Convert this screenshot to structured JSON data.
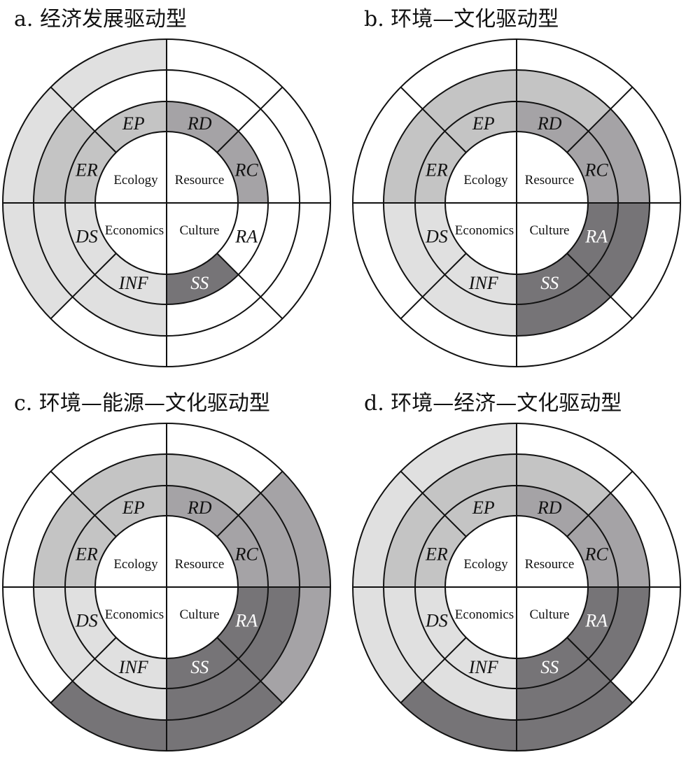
{
  "colors": {
    "white": "#ffffff",
    "light": "#e0e0e0",
    "mid": "#c4c4c4",
    "dark": "#a5a3a6",
    "darkest": "#767477",
    "line": "#111111",
    "text": "#111111",
    "text_on_dark": "#ffffff"
  },
  "core_labels": [
    "Ecology",
    "Resource",
    "Economics",
    "Culture"
  ],
  "indicator_labels": {
    "EP": "EP",
    "RD": "RD",
    "ER": "ER",
    "RC": "RC",
    "DS": "DS",
    "RA": "RA",
    "INF": "INF",
    "SS": "SS"
  },
  "panels": [
    {
      "title": "a. 经济发展驱动型",
      "indicators": {
        "EP": "mid",
        "RD": "dark",
        "ER": "mid",
        "RC": "dark",
        "DS": "light",
        "INF": "light",
        "RA": "white",
        "SS": "darkest"
      },
      "outer": {
        "NW": "white",
        "NNW": "white",
        "NNE": "white",
        "NE": "white",
        "E": "white",
        "SE": "white",
        "SSE": "white",
        "S": "light",
        "SW": "light",
        "W": "light"
      },
      "middle": {
        "NW": "mid",
        "N": "white",
        "NE": "white",
        "SE": "white",
        "SW": "light"
      }
    },
    {
      "title": "b. 环境—文化驱动型",
      "indicators": {
        "EP": "mid",
        "RD": "dark",
        "ER": "mid",
        "RC": "dark",
        "DS": "light",
        "INF": "light",
        "RA": "darkest",
        "SS": "darkest"
      },
      "outer": {
        "NW": "white",
        "NNW": "mid",
        "NNE": "white",
        "NE": "white",
        "E": "white",
        "SE": "white",
        "SSE": "white",
        "S": "white",
        "SW": "white",
        "W": "white"
      },
      "middle": {
        "NW": "mid",
        "N": "mid",
        "NE": "dark",
        "SE": "darkest",
        "SW": "light"
      }
    },
    {
      "title": "c. 环境—能源—文化驱动型",
      "indicators": {
        "EP": "mid",
        "RD": "dark",
        "ER": "mid",
        "RC": "dark",
        "DS": "light",
        "INF": "light",
        "RA": "darkest",
        "SS": "darkest"
      },
      "outer": {
        "NW": "white",
        "NNW": "mid",
        "NNE": "white",
        "NE": "dark",
        "E": "dark",
        "SE": "darkest",
        "SSE": "darkest",
        "S": "white",
        "SW": "white",
        "W": "white"
      },
      "middle": {
        "NW": "mid",
        "N": "mid",
        "NE": "dark",
        "SE": "darkest",
        "SW": "light"
      }
    },
    {
      "title": "d. 环境—经济—文化驱动型",
      "indicators": {
        "EP": "mid",
        "RD": "dark",
        "ER": "mid",
        "RC": "dark",
        "DS": "light",
        "INF": "light",
        "RA": "darkest",
        "SS": "darkest"
      },
      "outer": {
        "NW": "mid",
        "NNW": "mid",
        "NNE": "white",
        "NE": "white",
        "E": "white",
        "SE": "darkest",
        "SSE": "darkest",
        "S": "light",
        "SW": "light",
        "W": "light"
      },
      "middle": {
        "NW": "mid",
        "N": "mid",
        "NE": "dark",
        "SE": "darkest",
        "SW": "light"
      }
    }
  ]
}
